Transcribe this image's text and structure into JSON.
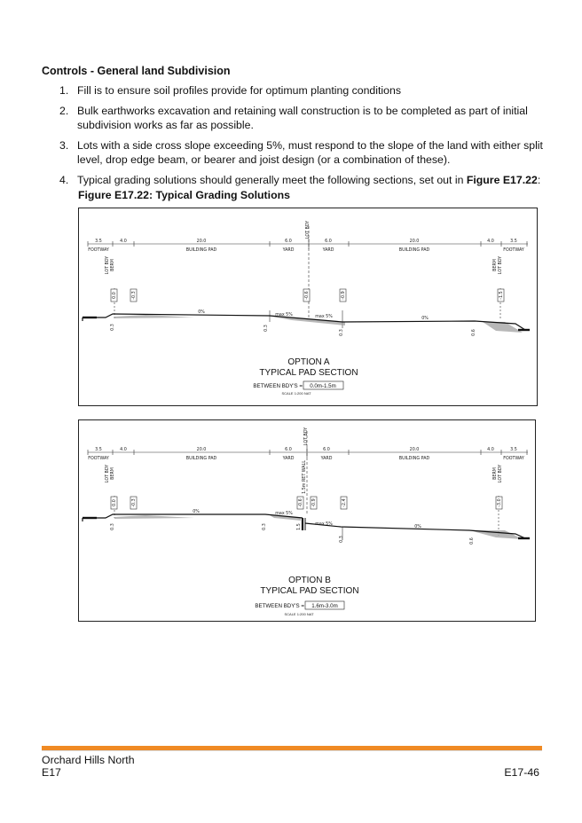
{
  "heading": "Controls - General land Subdivision",
  "controls": [
    {
      "num": "1.",
      "text": "Fill is to ensure soil profiles provide for optimum planting conditions"
    },
    {
      "num": "2.",
      "text": "Bulk earthworks excavation and retaining wall construction is to be completed as part of initial subdivision works as far as possible."
    },
    {
      "num": "3.",
      "text": "Lots with a side cross slope exceeding 5%, must respond to the slope of the land with either split level, drop edge beam, or bearer and joist design (or a combination of these)."
    },
    {
      "num": "4.",
      "text_before": "Typical grading solutions should generally meet the following sections, set out in ",
      "text_bold": "Figure E17.22",
      "text_after": ":"
    }
  ],
  "figure": {
    "title": "Figure E17.22: Typical Grading Solutions",
    "dimensions": [
      "3.5",
      "4.0",
      "20.0",
      "6.0",
      "6.0",
      "20.0",
      "4.0",
      "3.5"
    ],
    "zone_labels": {
      "footway": "FOOTWAY",
      "building_pad": "BUILDING PAD",
      "yard": "YARD",
      "lot_bdy": "LOT BDY",
      "berm": "BERM",
      "ret_wall": "1.5m RET WALL"
    },
    "option_a": {
      "title": "OPTION A",
      "subtitle": "TYPICAL PAD SECTION",
      "between_label": "BETWEEN BDY'S =",
      "between_value": "0.0m-1.5m",
      "scale": "SCALE 1:200 NAT",
      "levels": [
        "0.0",
        "-0.3",
        "-0.6",
        "-0.9",
        "-1.5"
      ],
      "slopes": [
        "0%",
        "max 5%",
        "max 5%",
        "0%"
      ],
      "depths": [
        "0.3",
        "0.3",
        "0.3",
        "0.6"
      ]
    },
    "option_b": {
      "title": "OPTION B",
      "subtitle": "TYPICAL PAD SECTION",
      "between_label": "BETWEEN BDY'S =",
      "between_value": "1.6m-3.0m",
      "scale": "SCALE 1:200 NAT",
      "levels": [
        "0.0",
        "-0.3",
        "-0.6",
        "-0.9",
        "-2.4",
        "-3.0"
      ],
      "slopes": [
        "0%",
        "max 5%",
        "max 5%",
        "0%"
      ],
      "depths": [
        "0.3",
        "0.3",
        "1.5",
        "0.3",
        "0.6"
      ]
    }
  },
  "footer": {
    "title": "Orchard Hills North",
    "chapter": "E17",
    "page": "E17-46",
    "accent_color": "#f08a24"
  }
}
